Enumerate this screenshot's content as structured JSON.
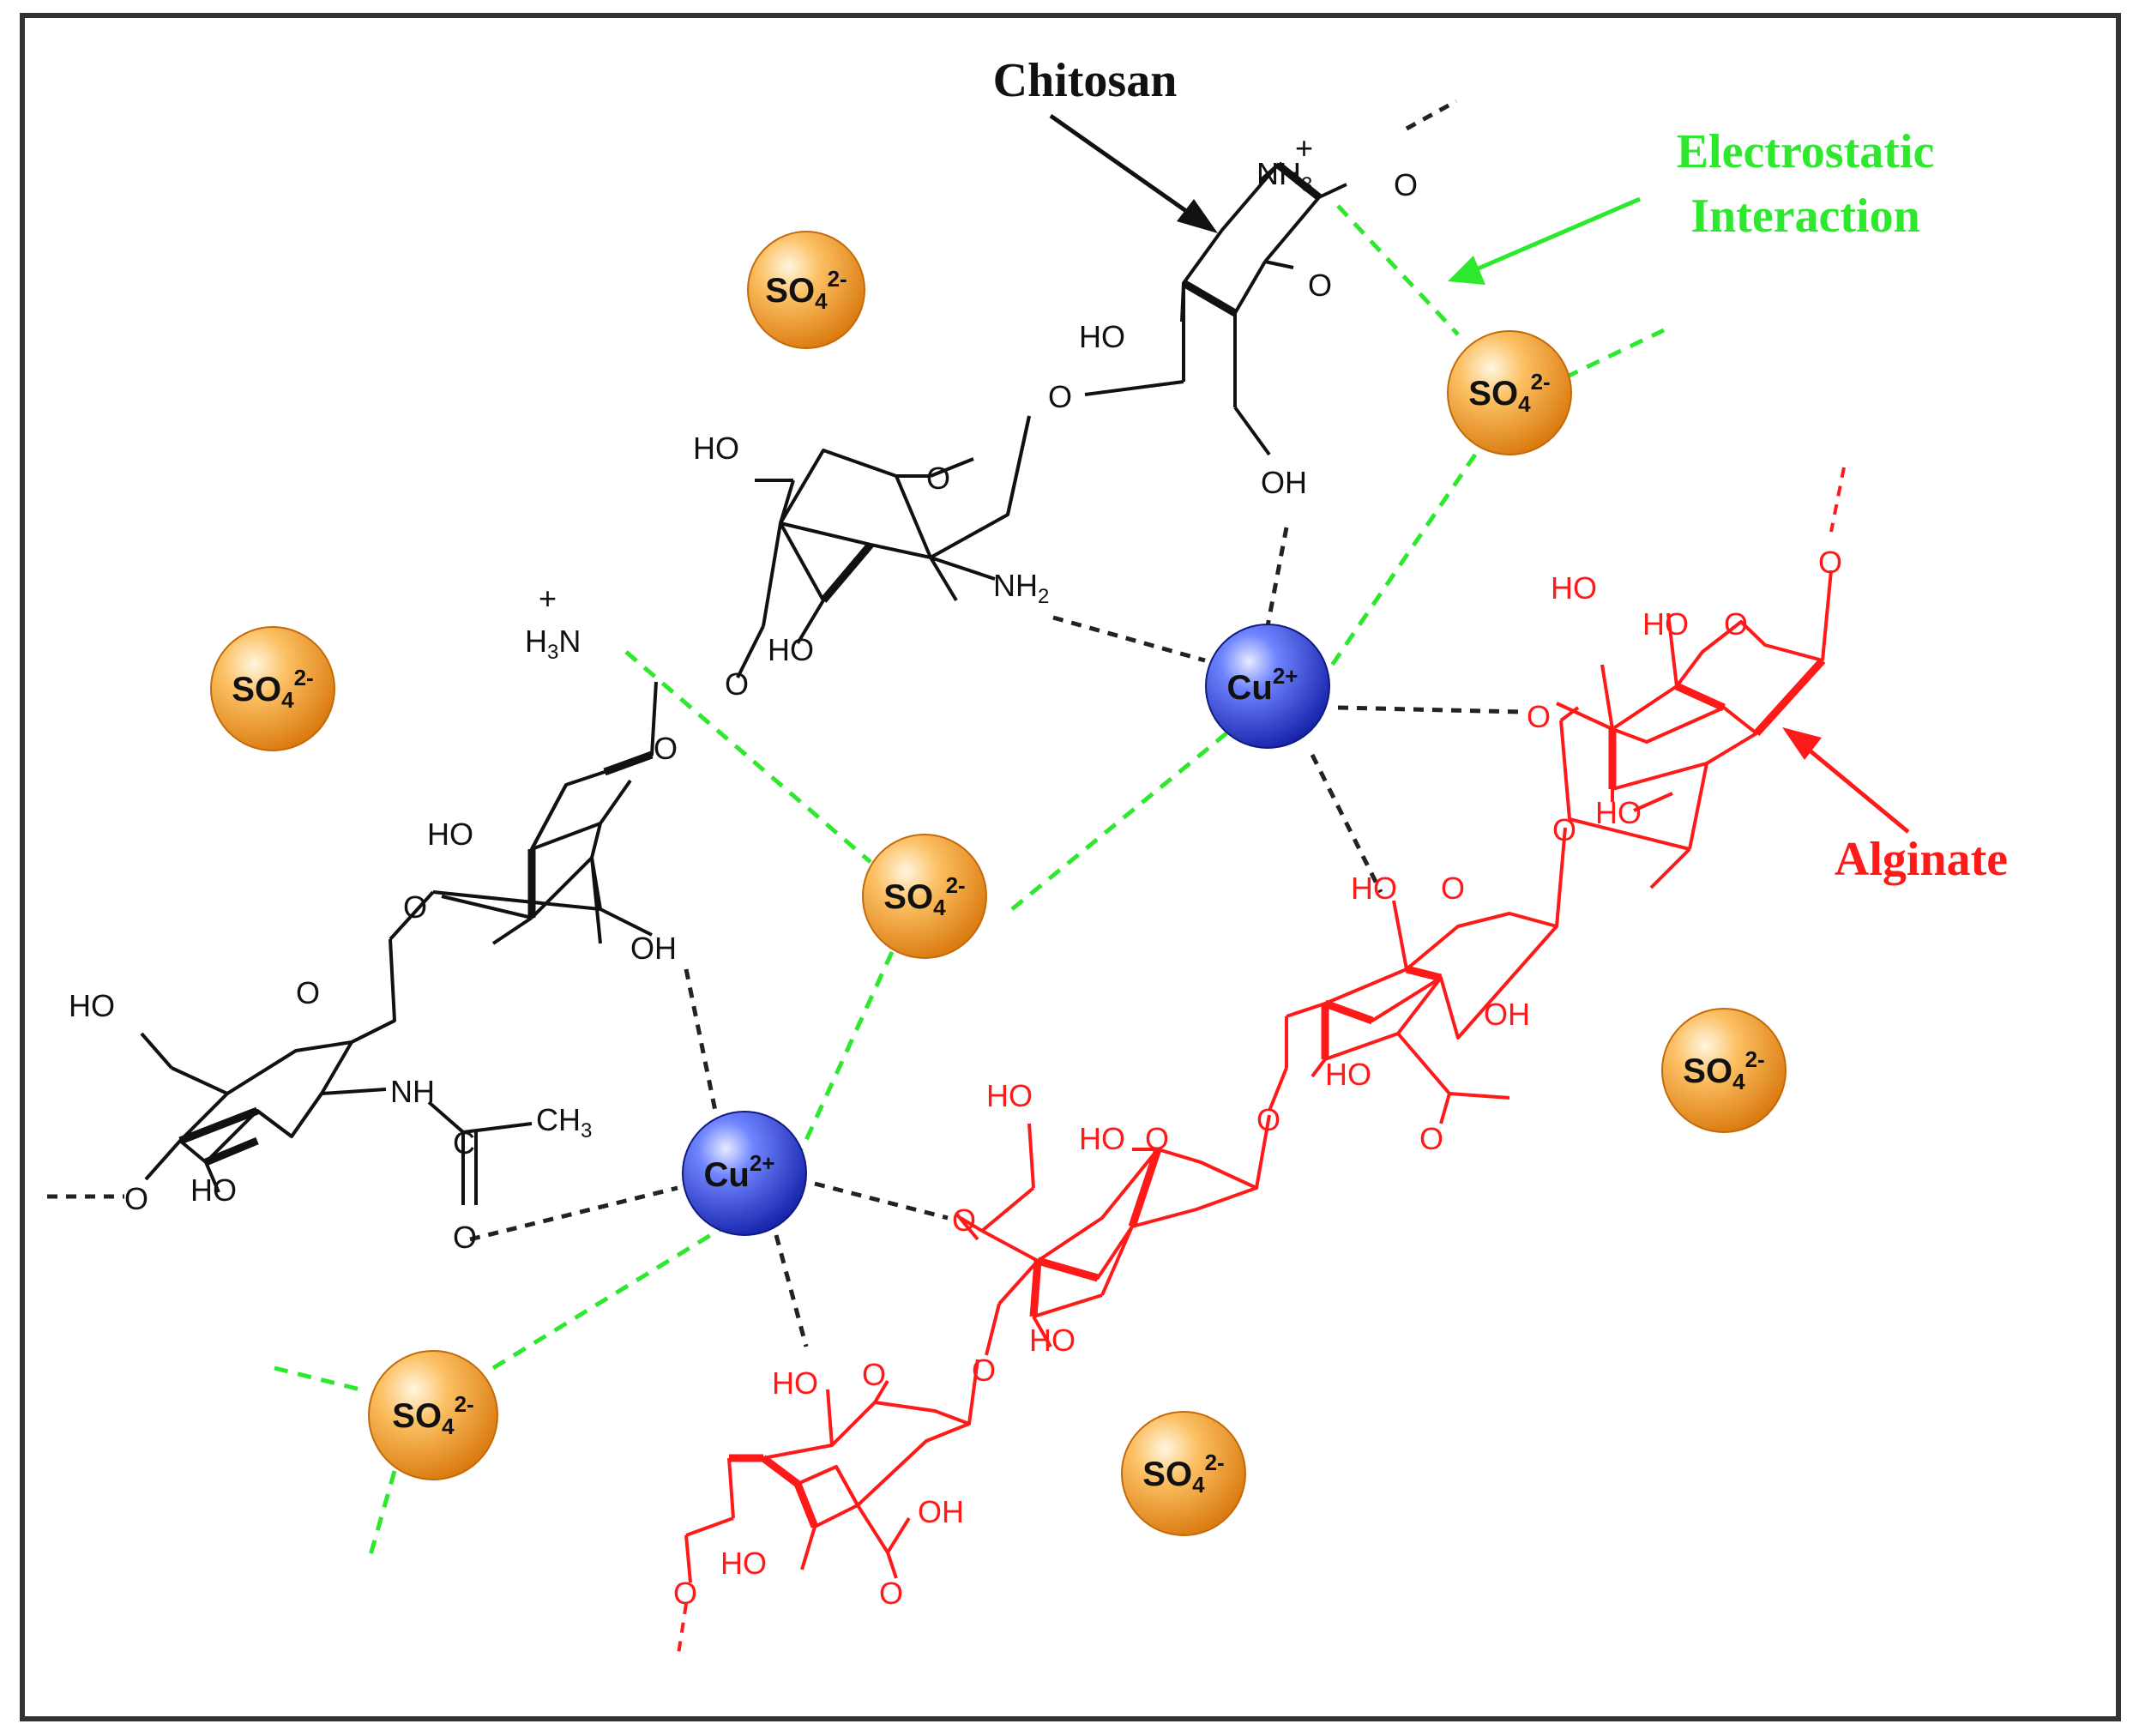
{
  "labels": {
    "chitosan": "Chitosan",
    "electrostatic_line1": "Electrostatic",
    "electrostatic_line2": "Interaction",
    "alginate": "Alginate"
  },
  "ions": {
    "sulfate_base": "SO",
    "sulfate_sub": "4",
    "sulfate_sup": "2-",
    "copper_base": "Cu",
    "copper_sup": "2+"
  },
  "atoms": {
    "ho": "HO",
    "oh": "OH",
    "o": "O",
    "nh2_base": "NH",
    "nh2_sub": "2",
    "nh3_base": "NH",
    "nh3_sub": "3",
    "h3n_h": "H",
    "h3n_sub": "3",
    "h3n_n": "N",
    "nh": "NH",
    "c": "C",
    "ch3_base": "CH",
    "ch3_sub": "3",
    "plus": "+"
  },
  "colors": {
    "chitosan": "#111111",
    "alginate": "#ff1a1a",
    "electrostatic": "#2ee82e",
    "coordination": "#222222",
    "sulfate": "#f39a1e",
    "copper": "#2b3de0",
    "frame": "#333333"
  }
}
